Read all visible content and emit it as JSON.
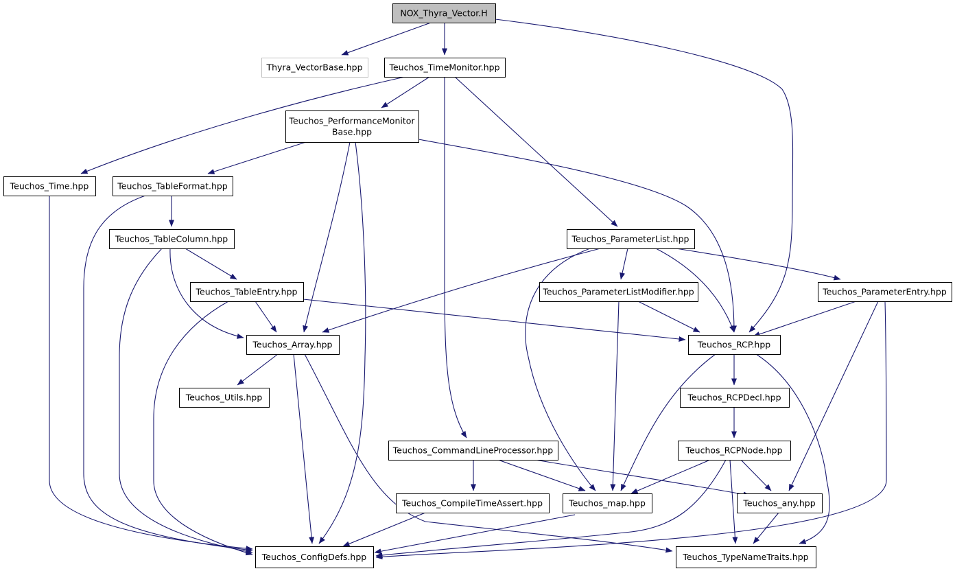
{
  "nodes": [
    {
      "id": "root",
      "lines": [
        "NOX_Thyra_Vector.H"
      ],
      "style": "root"
    },
    {
      "id": "vecbase",
      "lines": [
        "Thyra_VectorBase.hpp"
      ],
      "style": "missing"
    },
    {
      "id": "timemon",
      "lines": [
        "Teuchos_TimeMonitor.hpp"
      ]
    },
    {
      "id": "perfmon",
      "lines": [
        "Teuchos_PerformanceMonitor",
        "Base.hpp"
      ]
    },
    {
      "id": "time",
      "lines": [
        "Teuchos_Time.hpp"
      ]
    },
    {
      "id": "tablefmt",
      "lines": [
        "Teuchos_TableFormat.hpp"
      ]
    },
    {
      "id": "tablecol",
      "lines": [
        "Teuchos_TableColumn.hpp"
      ]
    },
    {
      "id": "tableentry",
      "lines": [
        "Teuchos_TableEntry.hpp"
      ]
    },
    {
      "id": "array",
      "lines": [
        "Teuchos_Array.hpp"
      ]
    },
    {
      "id": "utils",
      "lines": [
        "Teuchos_Utils.hpp"
      ]
    },
    {
      "id": "plist",
      "lines": [
        "Teuchos_ParameterList.hpp"
      ]
    },
    {
      "id": "plistmod",
      "lines": [
        "Teuchos_ParameterListModifier.hpp"
      ]
    },
    {
      "id": "pentry",
      "lines": [
        "Teuchos_ParameterEntry.hpp"
      ]
    },
    {
      "id": "rcp",
      "lines": [
        "Teuchos_RCP.hpp"
      ]
    },
    {
      "id": "rcpdecl",
      "lines": [
        "Teuchos_RCPDecl.hpp"
      ]
    },
    {
      "id": "rcpnode",
      "lines": [
        "Teuchos_RCPNode.hpp"
      ]
    },
    {
      "id": "clp",
      "lines": [
        "Teuchos_CommandLineProcessor.hpp"
      ]
    },
    {
      "id": "cta",
      "lines": [
        "Teuchos_CompileTimeAssert.hpp"
      ]
    },
    {
      "id": "map",
      "lines": [
        "Teuchos_map.hpp"
      ]
    },
    {
      "id": "any",
      "lines": [
        "Teuchos_any.hpp"
      ]
    },
    {
      "id": "config",
      "lines": [
        "Teuchos_ConfigDefs.hpp"
      ]
    },
    {
      "id": "typename",
      "lines": [
        "Teuchos_TypeNameTraits.hpp"
      ]
    }
  ],
  "edges": [
    {
      "from": "root",
      "to": "vecbase"
    },
    {
      "from": "root",
      "to": "timemon"
    },
    {
      "from": "root",
      "to": "rcp"
    },
    {
      "from": "timemon",
      "to": "time"
    },
    {
      "from": "timemon",
      "to": "perfmon"
    },
    {
      "from": "timemon",
      "to": "plist"
    },
    {
      "from": "timemon",
      "to": "clp"
    },
    {
      "from": "perfmon",
      "to": "tablefmt"
    },
    {
      "from": "perfmon",
      "to": "array"
    },
    {
      "from": "perfmon",
      "to": "config"
    },
    {
      "from": "perfmon",
      "to": "rcp"
    },
    {
      "from": "time",
      "to": "config"
    },
    {
      "from": "tablefmt",
      "to": "tablecol"
    },
    {
      "from": "tablefmt",
      "to": "config"
    },
    {
      "from": "tablecol",
      "to": "tableentry"
    },
    {
      "from": "tablecol",
      "to": "array"
    },
    {
      "from": "tablecol",
      "to": "config"
    },
    {
      "from": "tableentry",
      "to": "array"
    },
    {
      "from": "tableentry",
      "to": "rcp"
    },
    {
      "from": "tableentry",
      "to": "config"
    },
    {
      "from": "array",
      "to": "utils"
    },
    {
      "from": "array",
      "to": "config"
    },
    {
      "from": "array",
      "to": "typename"
    },
    {
      "from": "plist",
      "to": "array"
    },
    {
      "from": "plist",
      "to": "plistmod"
    },
    {
      "from": "plist",
      "to": "rcp"
    },
    {
      "from": "plist",
      "to": "pentry"
    },
    {
      "from": "plist",
      "to": "map"
    },
    {
      "from": "plistmod",
      "to": "rcp"
    },
    {
      "from": "plistmod",
      "to": "map"
    },
    {
      "from": "pentry",
      "to": "rcp"
    },
    {
      "from": "pentry",
      "to": "any"
    },
    {
      "from": "pentry",
      "to": "config"
    },
    {
      "from": "rcp",
      "to": "rcpdecl"
    },
    {
      "from": "rcp",
      "to": "map"
    },
    {
      "from": "rcp",
      "to": "typename"
    },
    {
      "from": "rcpdecl",
      "to": "rcpnode"
    },
    {
      "from": "rcpnode",
      "to": "map"
    },
    {
      "from": "rcpnode",
      "to": "any"
    },
    {
      "from": "rcpnode",
      "to": "typename"
    },
    {
      "from": "rcpnode",
      "to": "config"
    },
    {
      "from": "clp",
      "to": "cta"
    },
    {
      "from": "clp",
      "to": "map"
    },
    {
      "from": "clp",
      "to": "any"
    },
    {
      "from": "cta",
      "to": "config"
    },
    {
      "from": "map",
      "to": "config"
    },
    {
      "from": "any",
      "to": "typename"
    }
  ]
}
